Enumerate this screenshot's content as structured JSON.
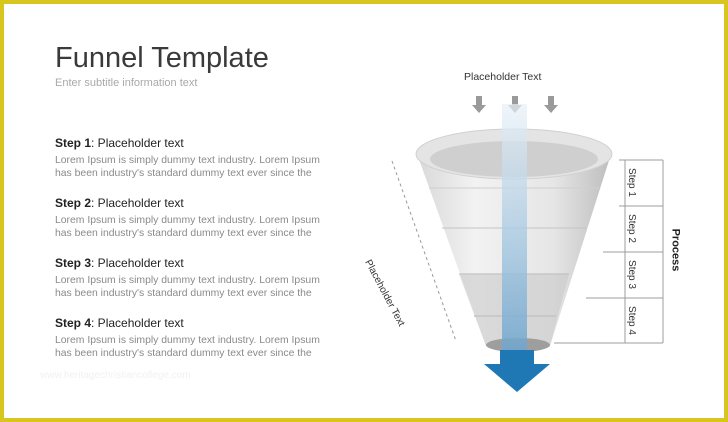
{
  "slide": {
    "title": "Funnel Template",
    "subtitle": "Enter subtitle information text"
  },
  "steps": [
    {
      "label": "Step 1",
      "heading": ": Placeholder text",
      "body1": "Lorem Ipsum is simply dummy text industry. Lorem Ipsum",
      "body2": "has been industry's standard dummy text ever since the"
    },
    {
      "label": "Step 2",
      "heading": ": Placeholder text",
      "body1": "Lorem Ipsum is simply dummy text industry. Lorem Ipsum",
      "body2": "has been industry's standard dummy text ever since the"
    },
    {
      "label": "Step 3",
      "heading": ": Placeholder text",
      "body1": "Lorem Ipsum is simply dummy text industry. Lorem Ipsum",
      "body2": "has been industry's standard dummy text ever since the"
    },
    {
      "label": "Step 4",
      "heading": ": Placeholder text",
      "body1": "Lorem Ipsum is simply dummy text industry. Lorem Ipsum",
      "body2": "has been industry's standard dummy text ever since the"
    }
  ],
  "diagram": {
    "top_label": "Placeholder Text",
    "side_label": "Placeholder Text",
    "process_label": "Process",
    "step_labels": [
      "Step 1",
      "Step 2",
      "Step 3",
      "Step 4"
    ],
    "arrow_color": "#1f78b4"
  },
  "watermark": "www.heritagechristiancollege.com"
}
